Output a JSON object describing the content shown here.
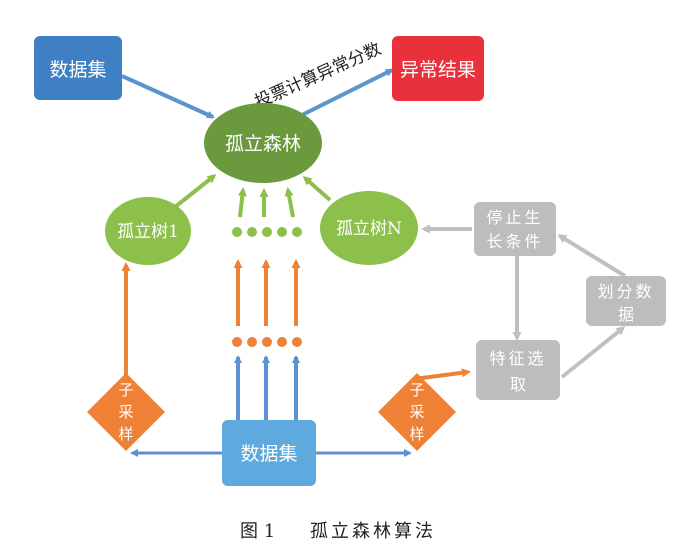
{
  "nodes": {
    "dataset_top": "数据集",
    "anomaly_result": "异常结果",
    "iforest": "孤立森林",
    "itree_1": "孤立树1",
    "itree_n": "孤立树N",
    "dataset_bottom": "数据集",
    "stop_cond": [
      "停止生",
      "长条件"
    ],
    "split_data": [
      "划分数",
      "据"
    ],
    "feature_select": [
      "特征选",
      "取"
    ],
    "subsample_left": [
      "子",
      "采",
      "样"
    ],
    "subsample_right": [
      "子",
      "采",
      "样"
    ]
  },
  "edge_label": "投票计算异常分数",
  "caption": {
    "figure_num": "图 1",
    "title": "孤立森林算法"
  },
  "colors": {
    "blue_dark": "#3f7fc3",
    "blue_light": "#5ea9dd",
    "red": "#e8313a",
    "green_dark": "#6a9a3d",
    "green_light": "#8cc04b",
    "orange": "#ee8136",
    "gray": "#bdbdbd",
    "arrow_blue": "#5b93cf",
    "arrow_gray": "#c0c0c0"
  }
}
